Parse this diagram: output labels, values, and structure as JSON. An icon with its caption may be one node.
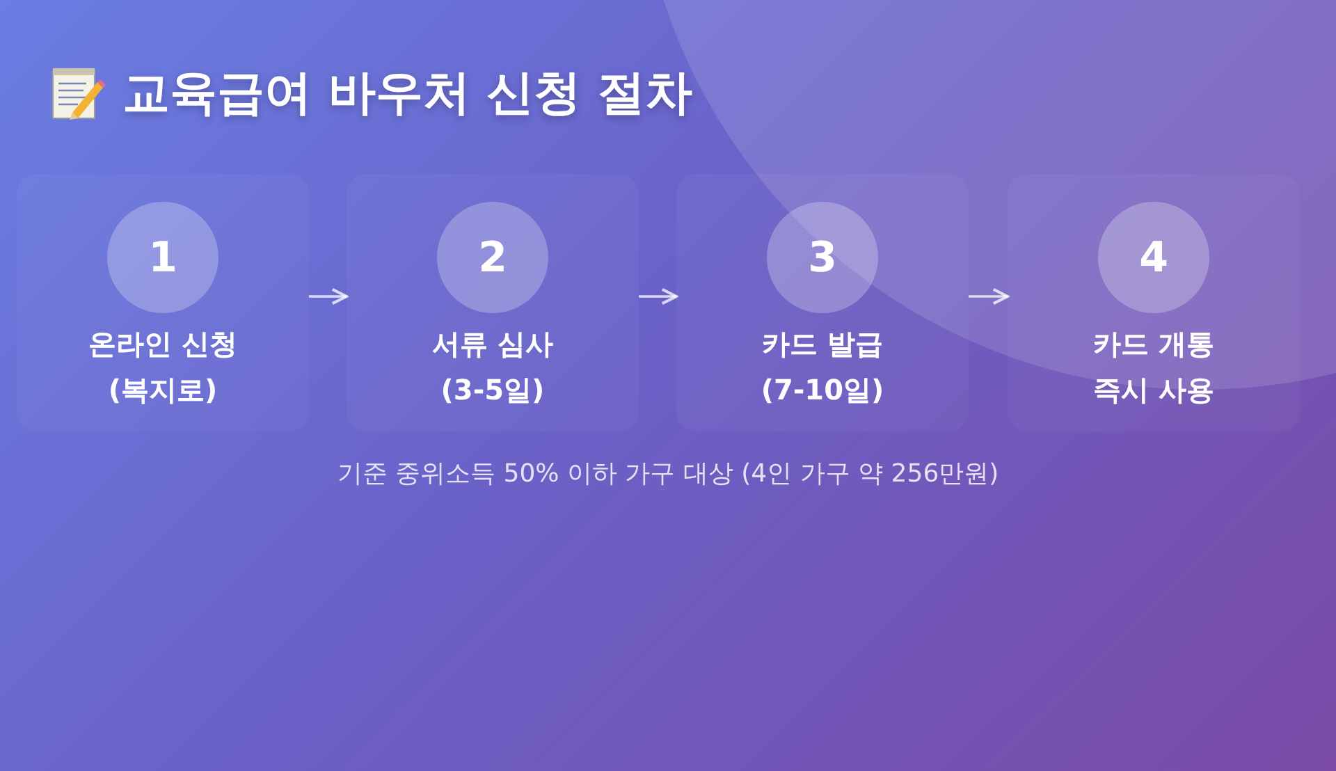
{
  "diagram": {
    "title": "교육급여 바우처 신청 절차",
    "nodes": [
      {
        "text": [
          "1",
          "온라인 신청 (복지로)"
        ]
      },
      {
        "text": [
          "2",
          "서류 심사 (3-5일)"
        ]
      },
      {
        "text": [
          "3",
          "카드 발급 (7-10일)"
        ]
      },
      {
        "text": [
          "4",
          "카드 개통 즉시 사용"
        ]
      }
    ],
    "edges": [
      {
        "from": 0,
        "to": 1,
        "arrow": "to"
      },
      {
        "from": 1,
        "to": 2,
        "arrow": "to"
      },
      {
        "from": 2,
        "to": 3,
        "arrow": "to"
      }
    ],
    "labels": [
      "기준 중위소득 50% 이하 가구 대상 (4인 가구 약 256만원)"
    ]
  }
}
